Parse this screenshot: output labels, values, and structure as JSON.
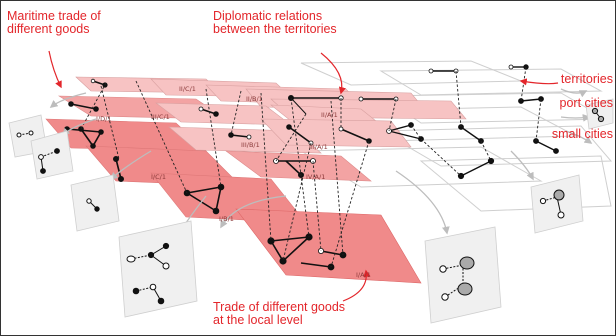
{
  "annotations": {
    "maritime_line1": "Maritime trade of",
    "maritime_line2": "different goods",
    "diplomatic_line1": "Diplomatic relations",
    "diplomatic_line2": "between the territories",
    "local_line1": "Trade of different goods",
    "local_line2": "at the local level"
  },
  "layers": {
    "territories": "territories",
    "port_cities": "port cities",
    "small_cities": "small cities"
  },
  "plane_labels": {
    "IIA1": "II/A/1",
    "IIB1": "II/B/1",
    "IIC1": "II/C/1",
    "ID1": "I/D/1",
    "IC1": "I/C/1",
    "IB1": "I/B/1",
    "IA1": "I/A/1",
    "IIIB1": "III/B/1",
    "IIIC1": "III/C/1",
    "IIIA1": "III/A/1",
    "IVA1": "IV/A/1"
  },
  "colors": {
    "accent": "#e3262b",
    "plane_dark": "#f08a8a",
    "plane_light": "#f7c3c3",
    "panel_grey": "#f0f0f0"
  }
}
